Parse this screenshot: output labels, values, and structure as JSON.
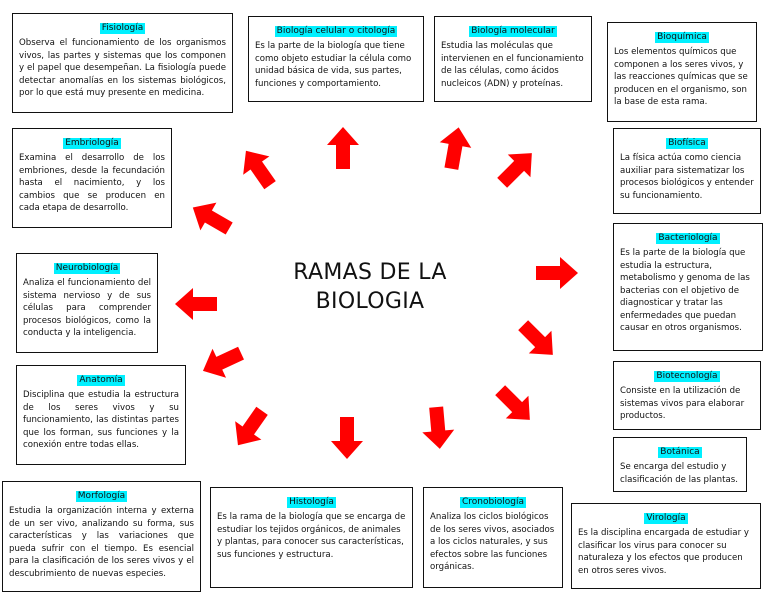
{
  "center": {
    "line1": "RAMAS DE LA",
    "line2": "BIOLOGIA"
  },
  "colors": {
    "arrow": "#ff0000",
    "title_highlight": "#00f0ff",
    "border": "#111111"
  },
  "branches": [
    {
      "title": "Fisiología",
      "text": "Observa el funcionamiento de los organismos vivos, las partes y sistemas que los componen y el papel que desempeñan. La fisiología puede detectar anomalías en los sistemas biológicos, por lo que está muy presente en medicina."
    },
    {
      "title": "Biología celular o citología",
      "text": "Es la parte de la biología que tiene como objeto estudiar la célula como unidad básica de vida, sus partes, funciones y comportamiento."
    },
    {
      "title": "Biología molecular",
      "text": "Estudia las moléculas que intervienen en el funcionamiento de las células, como ácidos nucleicos (ADN) y proteínas."
    },
    {
      "title": "Bioquímica",
      "text": "Los elementos químicos que componen a los seres vivos, y las reacciones químicas que se producen en el organismo, son la base de esta rama."
    },
    {
      "title": "Embriología",
      "text": "Examina el desarrollo de los embriones, desde la fecundación hasta el nacimiento, y los cambios que se producen en cada etapa de desarrollo."
    },
    {
      "title": "Biofísica",
      "text": "La física actúa como ciencia auxiliar para sistematizar los procesos biológicos y entender su funcionamiento."
    },
    {
      "title": "Bacteriología",
      "text": "Es la parte de la biología que estudia la estructura, metabolismo y genoma de las bacterias con el objetivo de diagnosticar y tratar las enfermedades que puedan causar en otros organismos."
    },
    {
      "title": "Neurobiología",
      "text": "Analiza el funcionamiento del sistema nervioso y de sus células para comprender procesos biológicos, como la conducta y la inteligencia."
    },
    {
      "title": "Anatomía",
      "text": "Disciplina que estudia la estructura de los seres vivos y su funcionamiento, las distintas partes que los forman, sus funciones y la conexión entre todas ellas."
    },
    {
      "title": "Biotecnología",
      "text": "Consiste en la utilización de sistemas vivos para elaborar productos."
    },
    {
      "title": "Botánica",
      "text": "Se encarga del estudio y clasificación de las plantas."
    },
    {
      "title": "Morfología",
      "text": "Estudia la organización interna y externa de un ser vivo, analizando su forma, sus características y las variaciones que pueda sufrir con el tiempo. Es esencial para la clasificación de los seres vivos y el descubrimiento de nuevas especies."
    },
    {
      "title": "Histología",
      "text": "Es la rama de la biología que se encarga de estudiar los tejidos orgánicos, de animales y plantas, para conocer sus características, sus funciones y estructura."
    },
    {
      "title": "Cronobiología",
      "text": "Analiza los ciclos biológicos de los seres vivos, asociados a los ciclos naturales, y sus efectos sobre las funciones orgánicas."
    },
    {
      "title": "Virología",
      "text": "Es la disciplina encargada de estudiar y clasificar los virus para conocer su naturaleza y los efectos que producen en otros seres vivos."
    }
  ]
}
